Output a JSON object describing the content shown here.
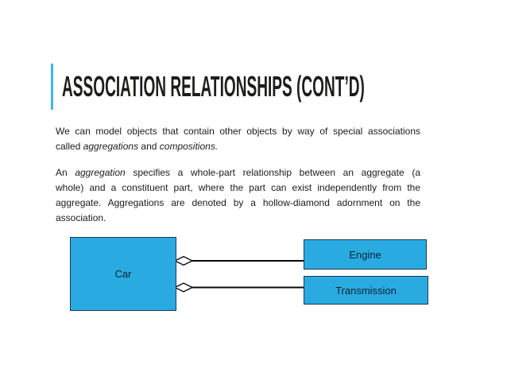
{
  "slide": {
    "title": "ASSOCIATION RELATIONSHIPS (CONT’D)",
    "accent_color": "#41B6E8"
  },
  "body": {
    "paragraphs": [
      {
        "lines": [
          {
            "last": false,
            "segments": [
              {
                "t": "We can model objects that contain other objects by way of special associations"
              }
            ]
          },
          {
            "last": true,
            "segments": [
              {
                "t": "called "
              },
              {
                "t": "aggregations",
                "i": true
              },
              {
                "t": " and "
              },
              {
                "t": "compositions.",
                "i": true
              }
            ]
          }
        ]
      },
      {
        "lines": [
          {
            "last": false,
            "segments": [
              {
                "t": "An "
              },
              {
                "t": "aggregation",
                "i": true
              },
              {
                "t": " specifies a whole-part relationship between an aggregate (a"
              }
            ]
          },
          {
            "last": false,
            "segments": [
              {
                "t": "whole) and a constituent part, where the part can exist independently from the"
              }
            ]
          },
          {
            "last": false,
            "segments": [
              {
                "t": "aggregate. Aggregations are denoted by a hollow-diamond adornment on the"
              }
            ]
          },
          {
            "last": true,
            "segments": [
              {
                "t": "association."
              }
            ]
          }
        ]
      }
    ]
  },
  "diagram": {
    "nodes": [
      {
        "label": "Car"
      },
      {
        "label": "Engine"
      },
      {
        "label": "Transmission"
      }
    ],
    "relationships": [
      {
        "type": "aggregation",
        "whole": "Car",
        "part": "Engine"
      },
      {
        "type": "aggregation",
        "whole": "Car",
        "part": "Transmission"
      }
    ],
    "box_fill": "#29ABE2",
    "box_border": "#1C3A4F",
    "connector_color": "#0a0a0a"
  }
}
